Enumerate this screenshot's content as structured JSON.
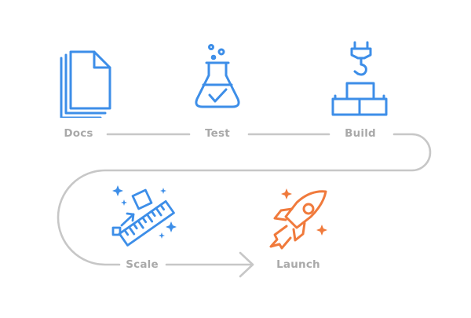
{
  "steps": [
    {
      "label": "Docs",
      "icon": "documents-icon"
    },
    {
      "label": "Test",
      "icon": "flask-icon"
    },
    {
      "label": "Build",
      "icon": "crane-blocks-icon"
    },
    {
      "label": "Scale",
      "icon": "ruler-icon"
    },
    {
      "label": "Launch",
      "icon": "rocket-icon"
    }
  ],
  "colors": {
    "icon_blue": "#3d8ee8",
    "icon_orange": "#f07a3c",
    "connector_gray": "#c7c7c7",
    "label_gray": "#a9a9a9"
  }
}
